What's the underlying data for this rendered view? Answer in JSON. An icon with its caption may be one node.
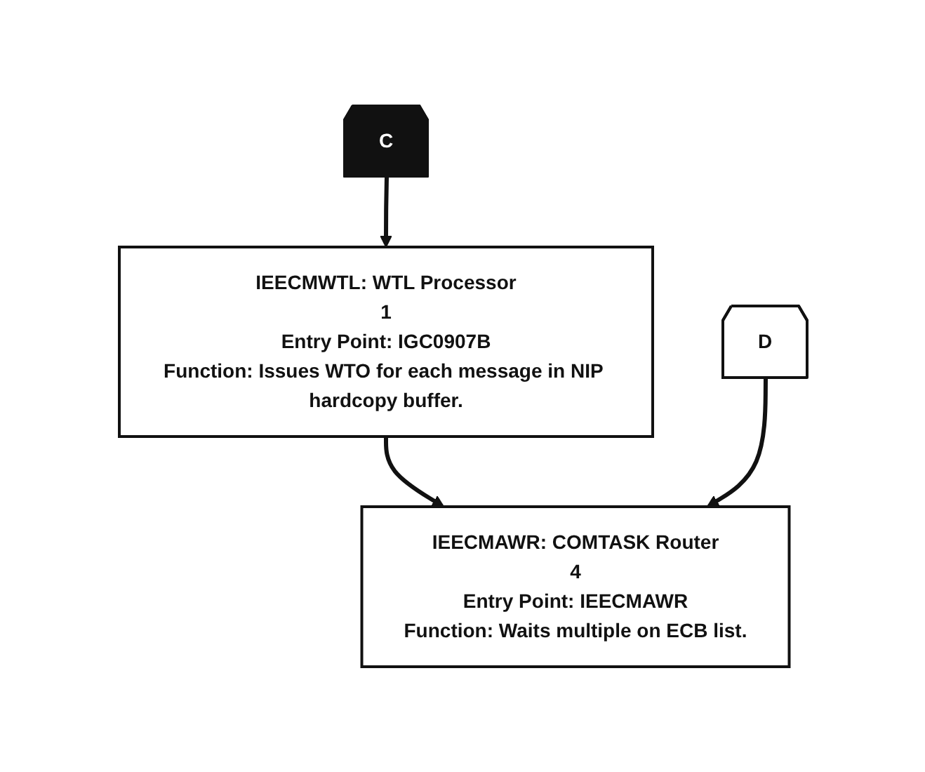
{
  "diagram": {
    "nodes": [
      {
        "text": [
          "C"
        ]
      },
      {
        "text": [
          "IEECMWTL: WTL Processor",
          "1",
          "Entry Point: IGC0907B",
          "Function: Issues WTO for each message in NIP hardcopy buffer."
        ]
      },
      {
        "text": [
          "D"
        ]
      },
      {
        "text": [
          "IEECMAWR: COMTASK Router",
          "4",
          "Entry Point: IEECMAWR",
          "Function: Waits multiple on ECB list."
        ]
      }
    ],
    "edges": [
      {
        "from": 0,
        "to": 1,
        "arrow": "to"
      },
      {
        "from": 1,
        "to": 3,
        "arrow": "to"
      },
      {
        "from": 2,
        "to": 3,
        "arrow": "to"
      }
    ]
  }
}
